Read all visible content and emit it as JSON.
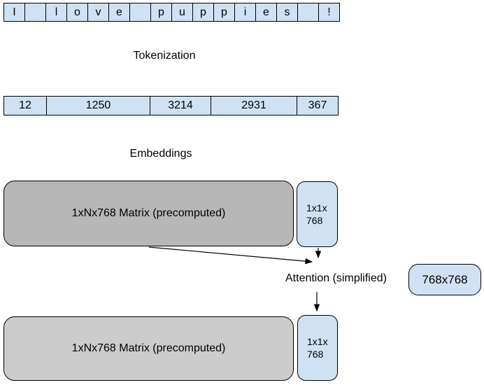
{
  "colors": {
    "cell_blue": "#cfe2f3",
    "matrix_gray_top": "#b7b7b7",
    "matrix_gray_bottom": "#cccccc",
    "border": "#000000"
  },
  "sentence_row": {
    "cells": [
      "I",
      "",
      "l",
      "o",
      "v",
      "e",
      "",
      "p",
      "u",
      "p",
      "p",
      "i",
      "e",
      "s",
      "",
      "!"
    ]
  },
  "labels": {
    "tokenization": "Tokenization",
    "embeddings": "Embeddings",
    "attention": "Attention (simplified)"
  },
  "token_id_row": {
    "cells": [
      "12",
      "1250",
      "3214",
      "2931",
      "367"
    ]
  },
  "embedding_matrix": {
    "label": "1xNx768 Matrix (precomputed)",
    "vector_line1": "1x1x",
    "vector_line2": "768"
  },
  "attention_weights": {
    "label": "768x768"
  },
  "output_matrix": {
    "label": "1xNx768 Matrix (precomputed)",
    "vector_line1": "1x1x",
    "vector_line2": "768"
  }
}
